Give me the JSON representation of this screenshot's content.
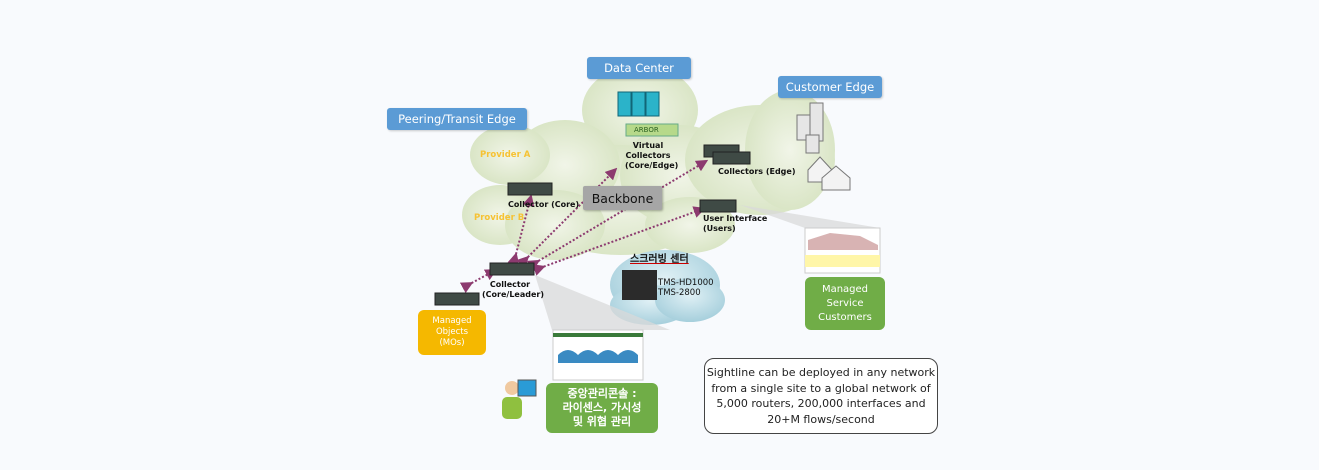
{
  "labels": {
    "data_center": "Data Center",
    "customer_edge": "Customer Edge",
    "peering_edge": "Peering/Transit Edge",
    "provider_a": "Provider A",
    "provider_b": "Provider B",
    "backbone": "Backbone",
    "virtual_collectors": [
      "Virtual",
      "Collectors",
      "(Core/Edge)"
    ],
    "collector_core": "Collector (Core)",
    "collectors_edge": "Collectors (Edge)",
    "user_interface": [
      "User Interface",
      "(Users)"
    ],
    "collector_leader": [
      "Collector",
      "(Core/Leader)"
    ],
    "arbor": "ARBOR",
    "scrubbing_center": "스크러빙 센터",
    "tms_models": [
      "TMS-HD1000",
      "TMS-2800"
    ],
    "managed_objects": [
      "Managed",
      "Objects",
      "(MOs)"
    ],
    "managed_service": [
      "Managed",
      "Service",
      "Customers"
    ],
    "console": [
      "중앙관리콘솔 :",
      "라이센스, 가시성",
      "및 위협 관리"
    ],
    "note": [
      "Sightline can be deployed in any network",
      "from a single site to a global network of",
      "5,000 routers, 200,000 interfaces and",
      "20+M flows/second"
    ]
  },
  "colors": {
    "tag_blue": "#5b9bd5",
    "cloud_green": "#d9e5c5",
    "cloud_blue": "#a9d3e0",
    "mo_orange": "#f5b800",
    "green_box": "#70ad47",
    "arrow": "#8c3a6f",
    "provider_text": "#f6c233"
  }
}
